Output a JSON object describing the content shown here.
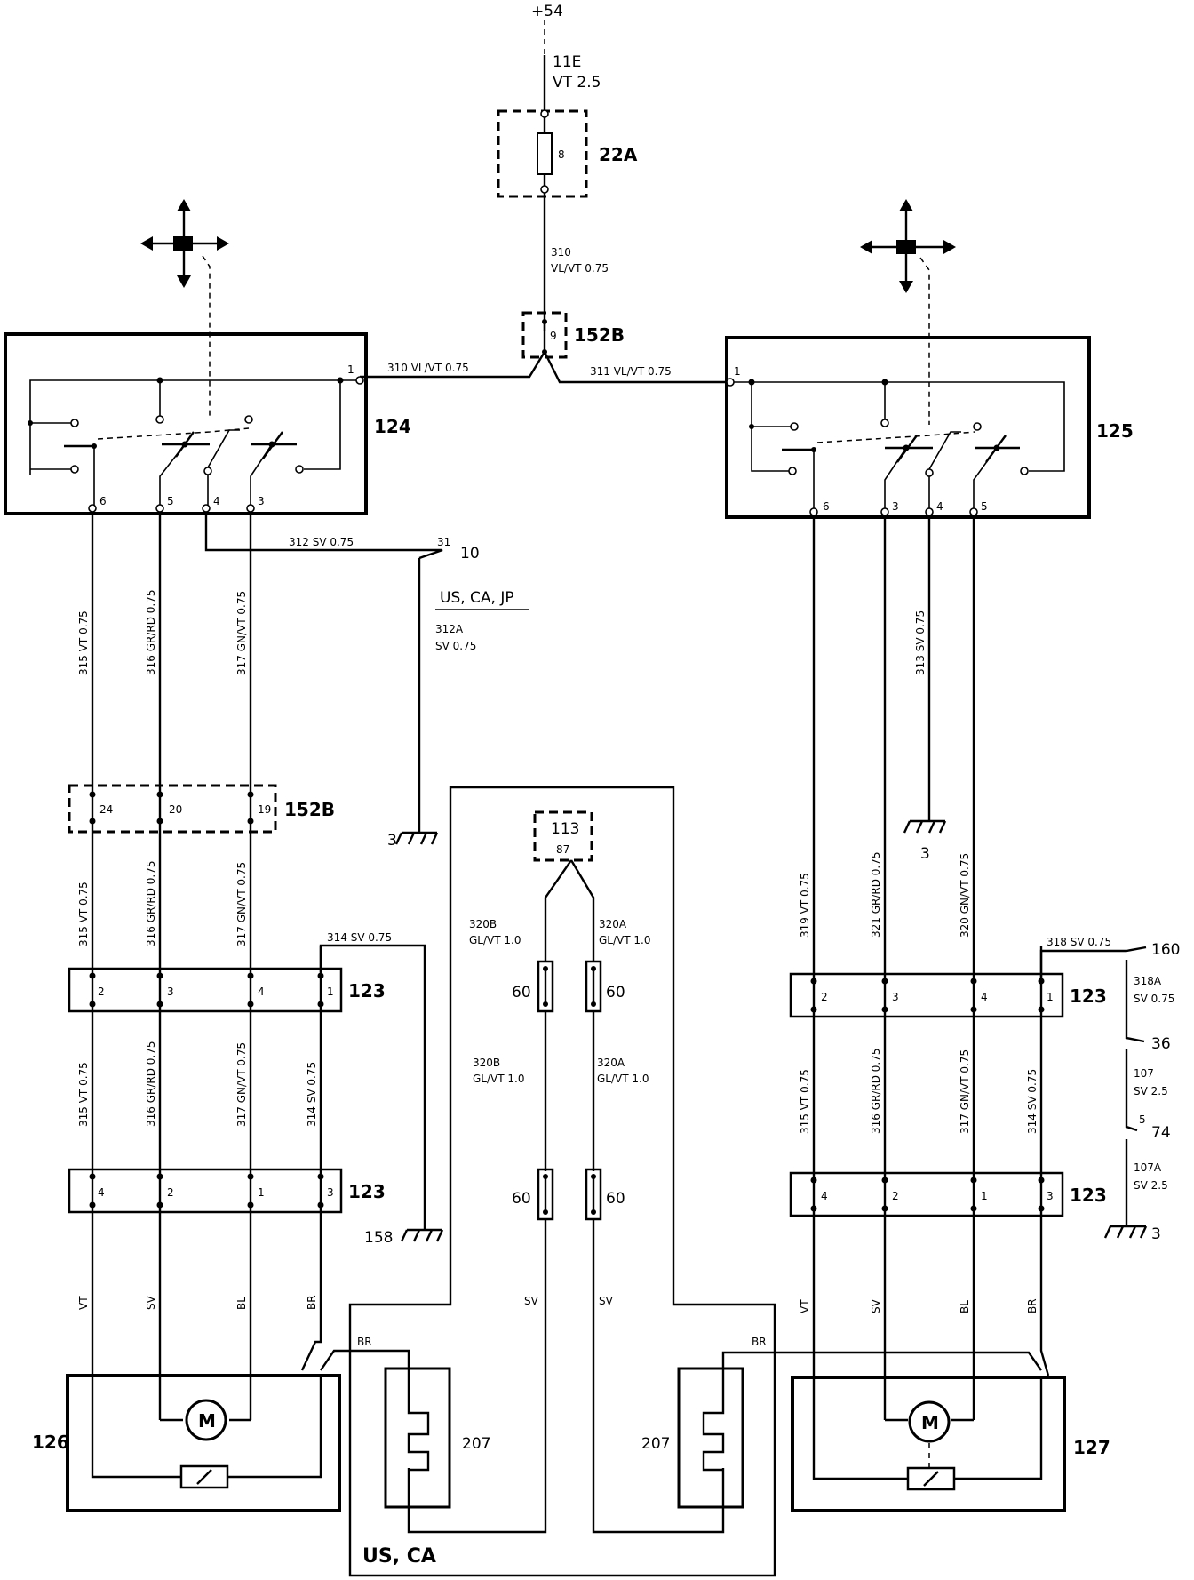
{
  "supply": {
    "terminal": "+54",
    "wire_id": "11E",
    "wire_spec": "VT 2.5"
  },
  "fuse": {
    "label": "22A",
    "pin": "8"
  },
  "feed": {
    "wire_id": "310",
    "wire_spec": "VL/VT 0.75"
  },
  "connector_top": {
    "label": "152B",
    "pin": "9"
  },
  "switch_left": {
    "label": "124",
    "pin_in": "1",
    "pins": [
      "6",
      "5",
      "4",
      "3"
    ],
    "feed_wire": "310 VL/VT 0.75"
  },
  "switch_right": {
    "label": "125",
    "pin_in": "1",
    "pins": [
      "6",
      "3",
      "4",
      "5"
    ],
    "feed_wire": "311 VL/VT 0.75"
  },
  "ground_left": {
    "wire": "312 SV 0.75",
    "pin": "31",
    "ref": "10",
    "region": "US, CA, JP",
    "wire_id": "312A",
    "wire_spec": "SV 0.75",
    "ground_ref": "3"
  },
  "left_wires_upper": [
    "315 VT 0.75",
    "316 GR/RD 0.75",
    "317 GN/VT 0.75"
  ],
  "connector_left_mid": {
    "label": "152B",
    "pins": [
      "24",
      "20",
      "19"
    ]
  },
  "left_wires_mid": [
    "315 VT 0.75",
    "316 GR/RD 0.75",
    "317 GN/VT 0.75"
  ],
  "left_wire_314": "314  SV 0.75",
  "connector_left_a": {
    "label": "123",
    "pins": [
      "2",
      "3",
      "4",
      "1"
    ]
  },
  "left_wires_lower": [
    "315 VT 0.75",
    "316 GR/RD 0.75",
    "317 GN/VT 0.75",
    "314 SV 0.75"
  ],
  "connector_left_b": {
    "label": "123",
    "pins": [
      "4",
      "2",
      "1",
      "3"
    ]
  },
  "ground_158": "158",
  "left_colors": [
    "VT",
    "SV",
    "BL",
    "BR"
  ],
  "mirror_left": {
    "label": "126",
    "motor": "M"
  },
  "right_wires_upper": [
    "313 SV 0.75"
  ],
  "ground_right": "3",
  "right_wires_mid": [
    "319 VT 0.75",
    "321 GR/RD 0.75",
    "320 GN/VT 0.75"
  ],
  "right_wire_318": "318  SV 0.75",
  "ref_160": "160",
  "connector_right_a": {
    "label": "123",
    "pins": [
      "2",
      "3",
      "4",
      "1"
    ]
  },
  "right_wires_lower": [
    "315 VT 0.75",
    "316 GR/RD 0.75",
    "317 GN/VT 0.75",
    "314 SV 0.75"
  ],
  "connector_right_b": {
    "label": "123",
    "pins": [
      "4",
      "2",
      "1",
      "3"
    ]
  },
  "right_side": {
    "w318A_id": "318A",
    "w318A_spec": "SV 0.75",
    "ref_36": "36",
    "w107_id": "107",
    "w107_spec": "SV 2.5",
    "pin5": "5",
    "ref_74": "74",
    "w107A_id": "107A",
    "w107A_spec": "SV 2.5",
    "ground_ref": "3"
  },
  "right_colors": [
    "VT",
    "SV",
    "BL",
    "BR"
  ],
  "mirror_right": {
    "label": "127",
    "motor": "M"
  },
  "heater_section": {
    "relay": "113",
    "relay_pin": "87",
    "w320B_id": "320B",
    "w320B_spec": "GL/VT 1.0",
    "w320A_id": "320A",
    "w320A_spec": "GL/VT 1.0",
    "conn": "60",
    "w320B_id2": "320B",
    "w320B_spec2": "GL/VT 1.0",
    "w320A_id2": "320A",
    "w320A_spec2": "GL/VT 1.0",
    "sv_left": "SV",
    "sv_right": "SV",
    "br_left": "BR",
    "br_right": "BR",
    "heater_left": "207",
    "heater_right": "207",
    "region": "US, CA"
  }
}
